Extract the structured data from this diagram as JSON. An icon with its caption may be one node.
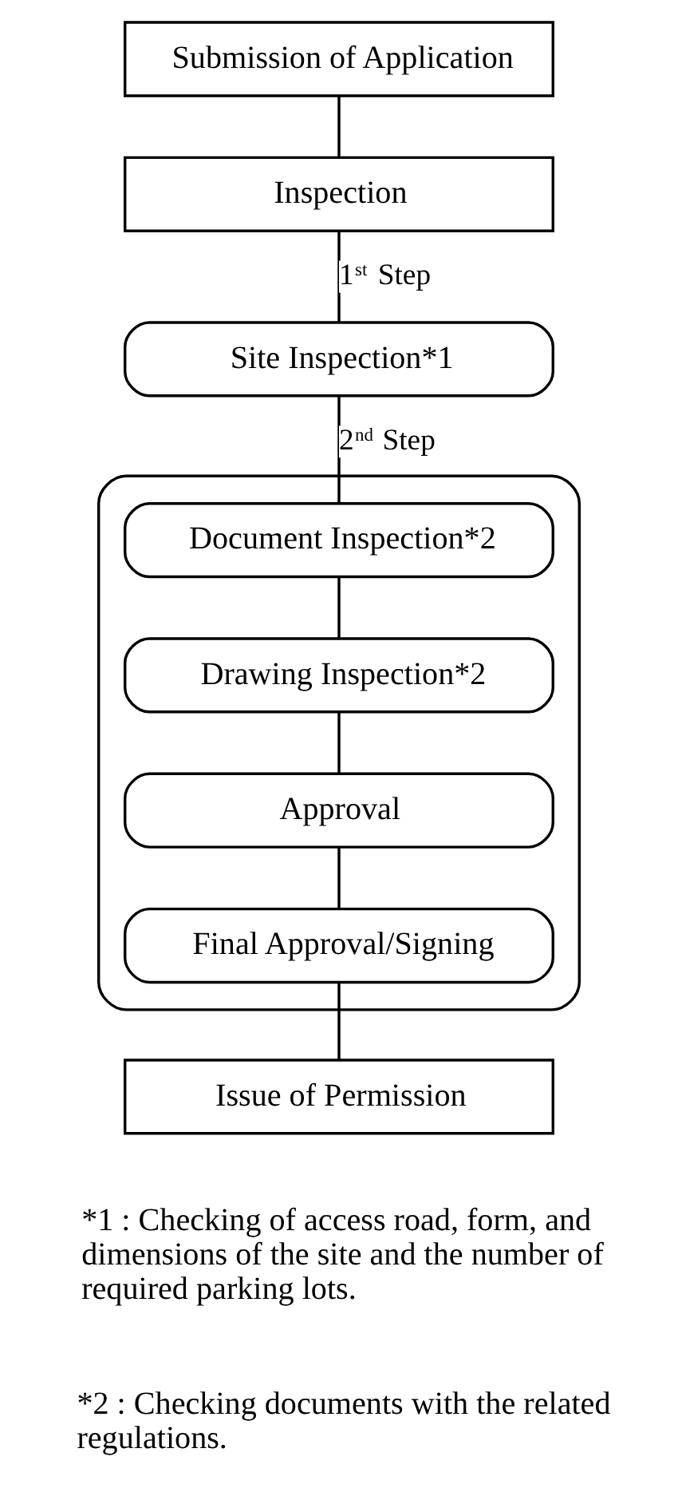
{
  "diagram": {
    "nodes": [
      {
        "text": [
          "Submission of Application"
        ]
      },
      {
        "text": [
          "Inspection"
        ]
      },
      {
        "text": [
          "Site Inspection*1"
        ]
      },
      {
        "text": [],
        "shape": "box"
      },
      {
        "text": [
          "Document Inspection*2"
        ],
        "in": 3
      },
      {
        "text": [
          "Drawing Inspection*2"
        ],
        "in": 3
      },
      {
        "text": [
          "Approval"
        ],
        "in": 3
      },
      {
        "text": [
          "Final Approval/Signing"
        ],
        "in": 3
      },
      {
        "text": [
          "Issue of Permission"
        ]
      }
    ],
    "edges": [
      {
        "from": 0,
        "to": 1,
        "arrow": "none"
      },
      {
        "from": 1,
        "to": 2,
        "arrow": "none",
        "label": "1$^{st}$ Step"
      },
      {
        "from": 2,
        "to": 4,
        "arrow": "none",
        "label": "2$^{nd}$ Step"
      },
      {
        "from": 4,
        "to": 5,
        "arrow": "none"
      },
      {
        "from": 5,
        "to": 6,
        "arrow": "none"
      },
      {
        "from": 6,
        "to": 7,
        "arrow": "none"
      },
      {
        "from": 7,
        "to": 8,
        "arrow": "none"
      }
    ],
    "labels": [
      "*1 : Checking of access road, form, and dimensions of the site and the number of required parking lots.",
      "*2 : Checking documents with the related regulations."
    ]
  }
}
